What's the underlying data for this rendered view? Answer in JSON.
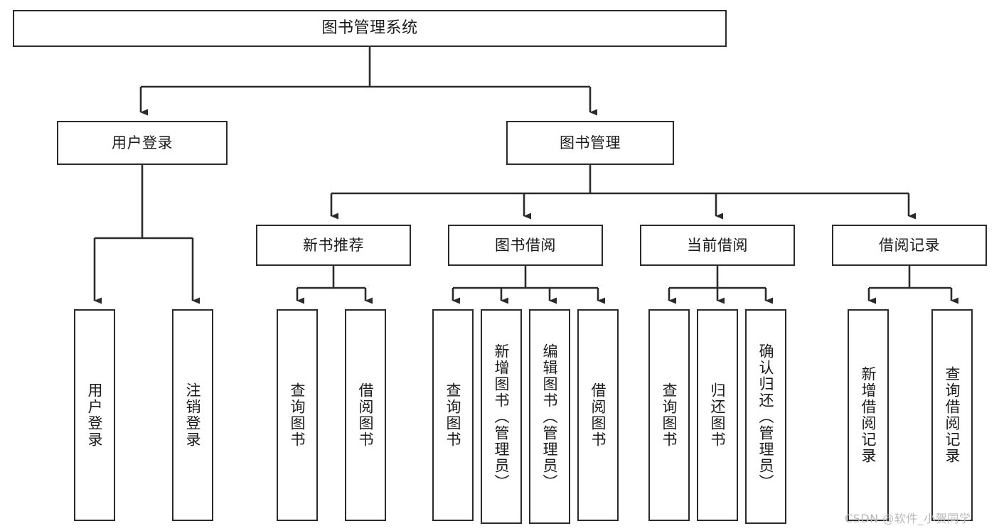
{
  "diagram": {
    "title": "图书管理系统",
    "type": "tree-hierarchy-chart",
    "colors": {
      "box_border": "#2b2b2b",
      "box_fill": "#ffffff",
      "connector": "#2b2b2b",
      "canvas": "#ffffff",
      "watermark": "#b9b9b9"
    },
    "nodes": {
      "root": "图书管理系统",
      "level2": {
        "user_login": "用户登录",
        "book_manage": "图书管理"
      },
      "level3": {
        "new_book_rec": "新书推荐",
        "book_borrow": "图书借阅",
        "current_borrow": "当前借阅",
        "borrow_record": "借阅记录"
      },
      "leaves": {
        "user_login_1": "用户登录",
        "user_login_2": "注销登录",
        "new_book_rec_1": "查询图书",
        "new_book_rec_2": "借阅图书",
        "book_borrow_1": "查询图书",
        "book_borrow_2": "新增图书（管理员）",
        "book_borrow_3": "编辑图书（管理员）",
        "book_borrow_4": "借阅图书",
        "current_borrow_1": "查询图书",
        "current_borrow_2": "归还图书",
        "current_borrow_3": "确认归还（管理员）",
        "borrow_record_1": "新增借阅记录",
        "borrow_record_2": "查询借阅记录"
      }
    },
    "watermark": "CSDN @软件_小贺同学"
  }
}
